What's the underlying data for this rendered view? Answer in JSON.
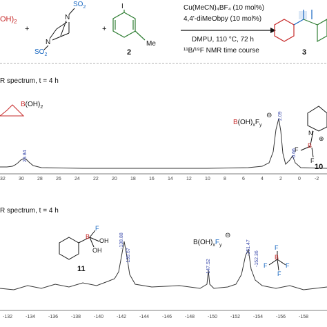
{
  "scheme": {
    "left_fragment": "OH)",
    "left_fragment_sub": "2",
    "plus1": "+",
    "plus2": "+",
    "dabso_so2_top": "SO",
    "dabso_so2_top_sub": "2",
    "dabso_n_top": "N",
    "dabso_n_bottom": "N",
    "dabso_so2_bottom": "SO",
    "dabso_so2_bottom_sub": "2",
    "aryl_iodide_i": "I",
    "aryl_iodide_me": "Me",
    "compound_2": "2",
    "compound_3": "3",
    "conditions_line1": "Cu(MeCN)₄BF₄ (10 mol%)",
    "conditions_line2": "4,4'-diMeObpy (10 mol%)",
    "conditions_line3": "DMPU, 110 °C, 72 h",
    "conditions_line4": "¹¹B/¹⁹F NMR time course"
  },
  "spectrum_top": {
    "title": "R spectrum, t = 4 h",
    "boronic_label": "B(OH)₂",
    "species_label": "B(OH)ₓFᵧ",
    "species_charge": "⊖",
    "compound_10": "10",
    "complex_plus": "⊕",
    "complex_b": "B",
    "complex_n": "N",
    "complex_f1": "F",
    "complex_f2": "F",
    "peaks": [
      "29.84",
      "2.09",
      "-0.66"
    ],
    "ticks": [
      "32",
      "30",
      "28",
      "26",
      "24",
      "22",
      "20",
      "18",
      "16",
      "14",
      "12",
      "10",
      "8",
      "6",
      "4",
      "2",
      "0",
      "-2"
    ]
  },
  "spectrum_bottom": {
    "title": "R spectrum, t = 4 h",
    "compound_11": "11",
    "species_label": "B(OH)ₓFᵧ",
    "species_charge": "⊖",
    "bf3_b": "B",
    "bf3_f1": "F",
    "bf3_f2": "F",
    "bf3_f3": "F",
    "bf3_f4": "F",
    "peaks": [
      "-138.88",
      "-139.67",
      "-147.52",
      "-151.47",
      "-152.36"
    ],
    "ticks": [
      "-132",
      "-134",
      "-136",
      "-138",
      "-140",
      "-142",
      "-144",
      "-146",
      "-148",
      "-150",
      "-152",
      "-154",
      "-156",
      "-158"
    ],
    "mol11_f": "F",
    "mol11_oh1": "OH",
    "mol11_oh2": "OH",
    "mol11_b": "B"
  },
  "colors": {
    "red": "#c62828",
    "blue": "#1565c0",
    "green": "#2e7d32",
    "peak_label": "#3949ab"
  }
}
